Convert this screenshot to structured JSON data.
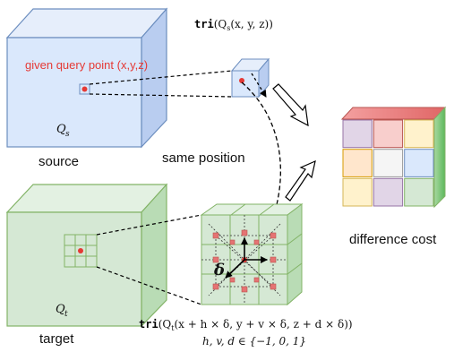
{
  "labels": {
    "source": "source",
    "target": "target",
    "same_position": "same position",
    "difference_cost": "difference cost",
    "query_point": "given query point (x,y,z)",
    "qs_sym": "Q",
    "qs_sub": "s",
    "qt_sym": "Q",
    "qt_sub": "t",
    "delta": "δ"
  },
  "formulas": {
    "top_fn": "tri",
    "top_args": "(Q",
    "top_sub": "s",
    "top_rest": "(x, y, z))",
    "bottom_fn": "tri",
    "bottom_args": "(Q",
    "bottom_sub": "t",
    "bottom_rest": "(x + h × δ, y + v × δ, z + d × δ))",
    "bottom_line2": "h, v, d ∈ {−1, 0, 1}"
  },
  "colors": {
    "source_fill": "#dae8fc",
    "source_stroke": "#6c8ebf",
    "target_fill": "#d5e8d4",
    "target_stroke": "#82b366",
    "query_red": "#e53935",
    "cost_top": "#f08080",
    "cost_side": "#7dc67d"
  },
  "cost_grid": [
    [
      "#e1d5e7",
      "#f8cecc",
      "#fff2cc"
    ],
    [
      "#ffe6cc",
      "#f5f5f5",
      "#dae8fc"
    ],
    [
      "#fff2cc",
      "#e1d5e7",
      "#d5e8d4"
    ]
  ],
  "cost_grid_strokes": [
    [
      "#9673a6",
      "#b85450",
      "#d6b656"
    ],
    [
      "#d79b00",
      "#999999",
      "#6c8ebf"
    ],
    [
      "#d6b656",
      "#9673a6",
      "#82b366"
    ]
  ]
}
